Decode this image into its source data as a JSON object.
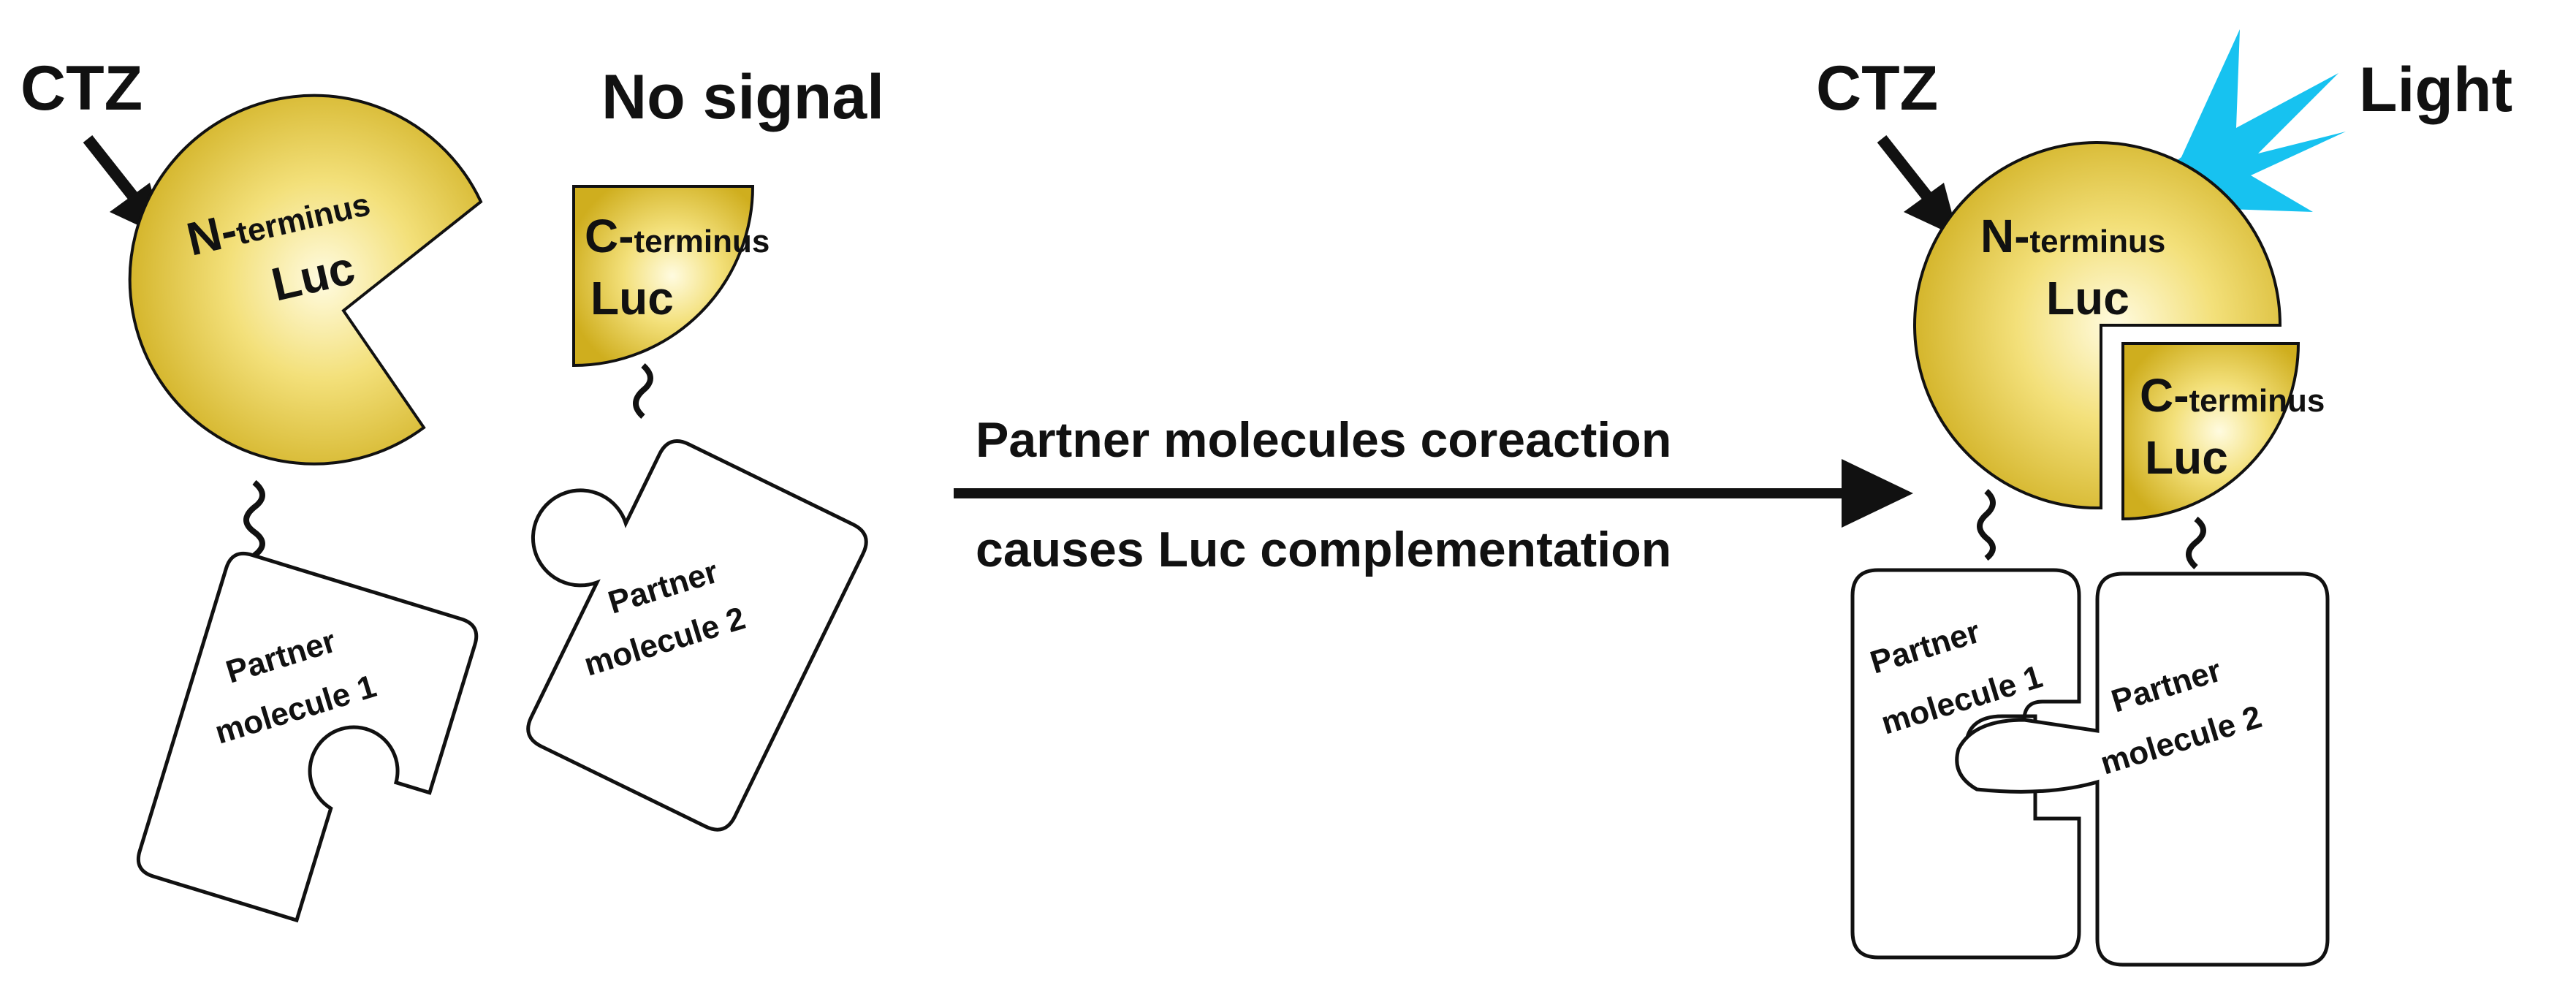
{
  "left": {
    "substrate": "CTZ",
    "status": "No signal",
    "n_fragment": {
      "prefix": "N-",
      "suffix": "terminus",
      "name": "Luc"
    },
    "c_fragment": {
      "prefix": "C-",
      "suffix": "terminus",
      "name": "Luc"
    },
    "partner1": {
      "line1": "Partner",
      "line2": "molecule 1"
    },
    "partner2": {
      "line1": "Partner",
      "line2": "molecule 2"
    }
  },
  "arrow": {
    "line1": "Partner molecules coreaction",
    "line2": "causes Luc complementation"
  },
  "right": {
    "substrate": "CTZ",
    "status": "Light",
    "n_fragment": {
      "prefix": "N-",
      "suffix": "terminus",
      "name": "Luc"
    },
    "c_fragment": {
      "prefix": "C-",
      "suffix": "terminus",
      "name": "Luc"
    },
    "partner1": {
      "line1": "Partner",
      "line2": "molecule 1"
    },
    "partner2": {
      "line1": "Partner",
      "line2": "molecule 2"
    }
  },
  "colors": {
    "luc_fill_light": "#fbf3b0",
    "luc_fill_dark": "#d8bc2a",
    "light_burst": "#17c2f0",
    "stroke": "#111111"
  }
}
